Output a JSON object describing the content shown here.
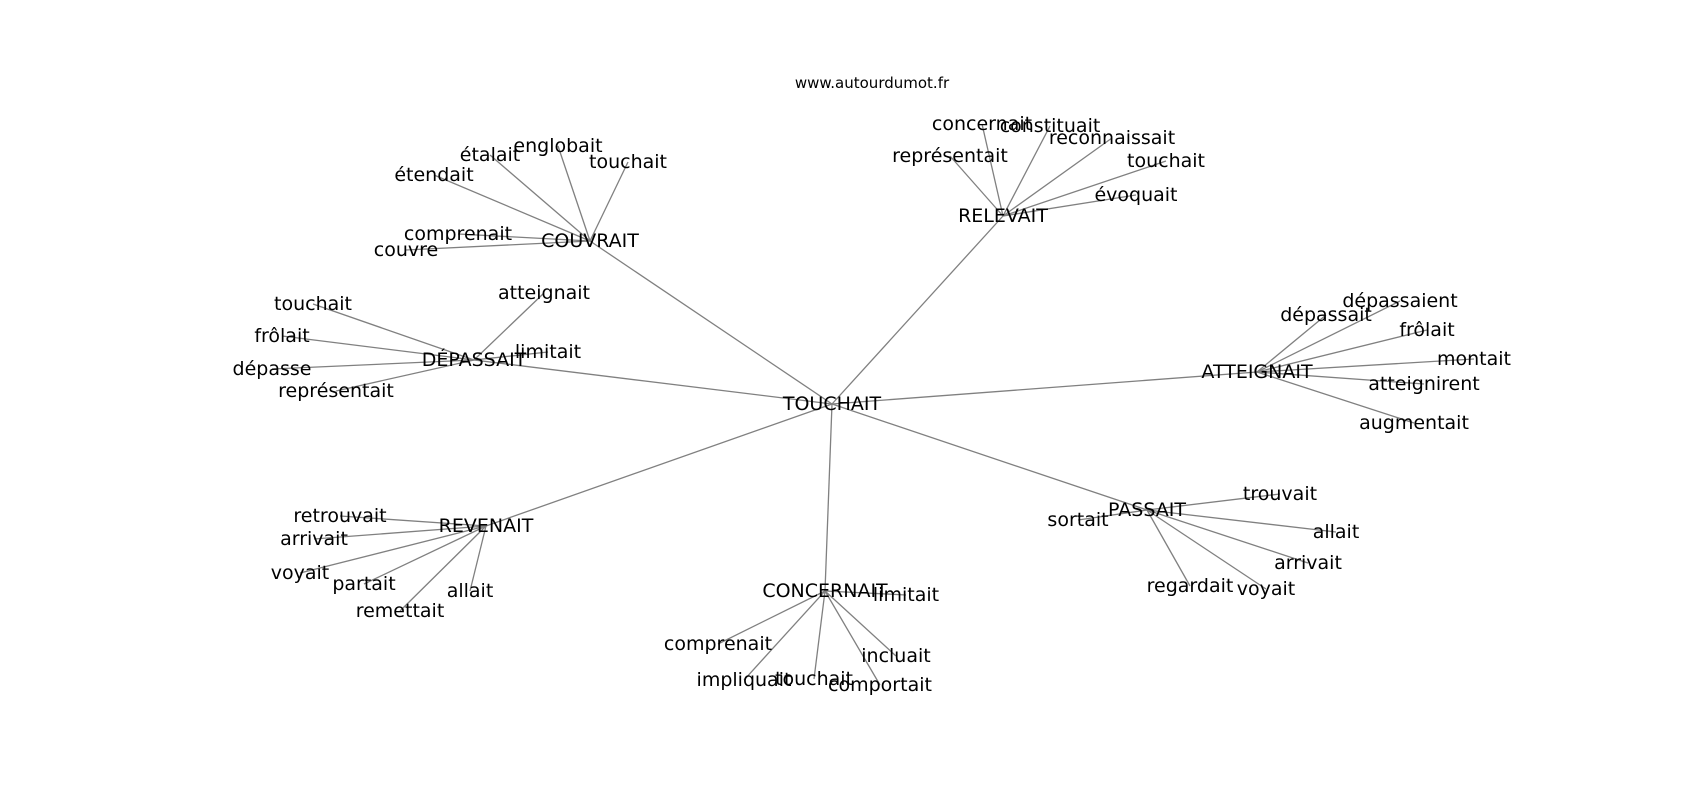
{
  "credit": "www.autourdumot.fr",
  "root": "TOUCHAIT",
  "groups": [
    {
      "hub": "COUVRAIT",
      "leaves": [
        "étalait",
        "englobait",
        "touchait",
        "étendait",
        "comprenait",
        "couvre"
      ]
    },
    {
      "hub": "RELEVAIT",
      "leaves": [
        "concernait",
        "constituait",
        "reconnaissait",
        "représentait",
        "touchait",
        "évoquait"
      ]
    },
    {
      "hub": "DÉPASSAIT",
      "leaves": [
        "touchait",
        "atteignait",
        "frôlait",
        "limitait",
        "dépasse",
        "représentait"
      ]
    },
    {
      "hub": "ATTEIGNAIT",
      "leaves": [
        "dépassaient",
        "dépassait",
        "frôlait",
        "montait",
        "atteignirent",
        "augmentait"
      ]
    },
    {
      "hub": "REVENAIT",
      "leaves": [
        "retrouvait",
        "arrivait",
        "voyait",
        "partait",
        "allait",
        "remettait"
      ]
    },
    {
      "hub": "CONCERNAIT",
      "leaves": [
        "limitait",
        "comprenait",
        "incluait",
        "impliquait",
        "touchait",
        "comportait"
      ]
    },
    {
      "hub": "PASSAIT",
      "leaves": [
        "trouvait",
        "sortait",
        "allait",
        "arrivait",
        "regardait",
        "voyait"
      ]
    }
  ]
}
